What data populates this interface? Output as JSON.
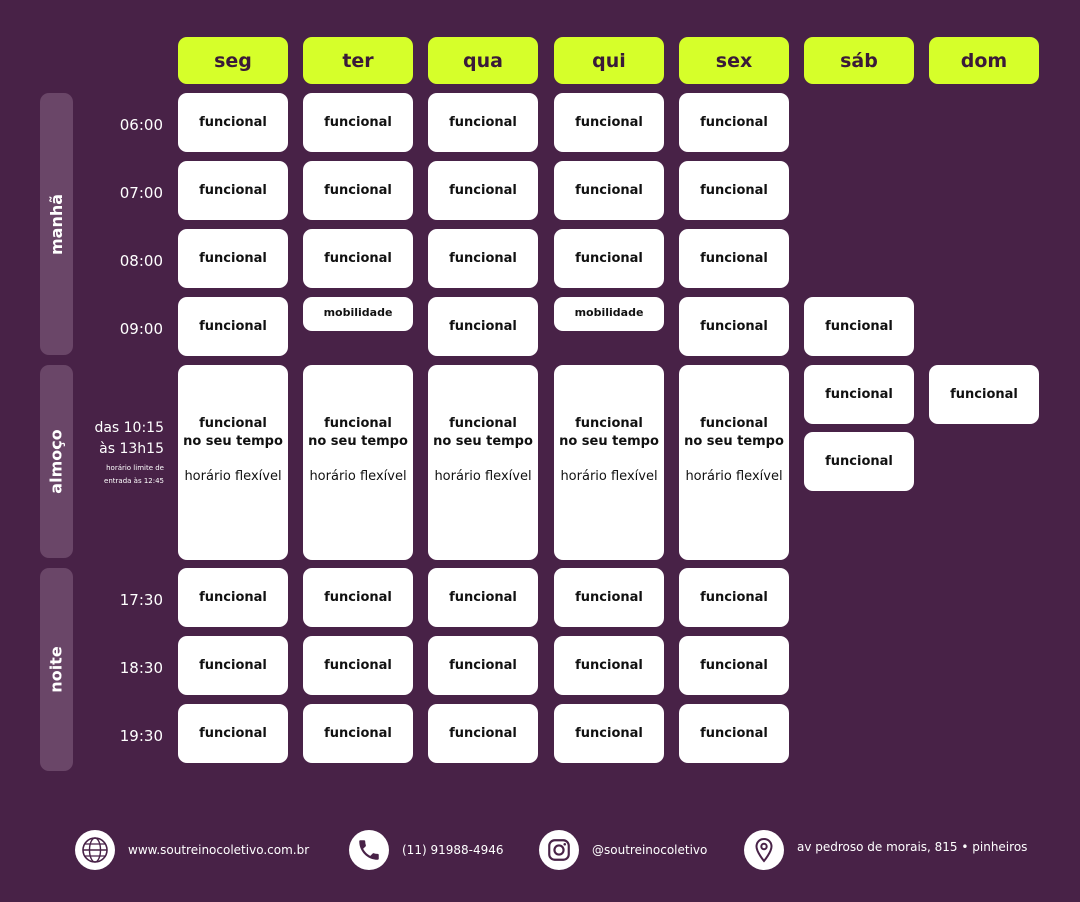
{
  "days": [
    "seg",
    "ter",
    "qua",
    "qui",
    "sex",
    "sáb",
    "dom"
  ],
  "periods": {
    "morning": "manhã",
    "lunch": "almoço",
    "night": "noite"
  },
  "times": [
    "06:00",
    "07:00",
    "08:00",
    "09:00",
    "17:30",
    "18:30",
    "19:30"
  ],
  "lunch_time": {
    "from": "das 10:15",
    "to": "às 13h15",
    "note_1": "horário limite de",
    "note_2": "entrada às 12:45"
  },
  "class_names": {
    "funcional": "funcional",
    "mobilidade": "mobilidade",
    "nst_line1": "funcional",
    "nst_line2": "no seu tempo",
    "flex": "horário flexível"
  },
  "footer": {
    "website": "www.soutreinocoletivo.com.br",
    "phone": "(11) 91988-4946",
    "instagram": "@soutreinocoletivo",
    "address": "av pedroso de morais, 815 • pinheiros"
  },
  "colors": {
    "background": "#482247",
    "accent": "#d6ff2a",
    "period_bar": "#6a4668",
    "cell": "#ffffff"
  },
  "icons": [
    "globe-icon",
    "phone-icon",
    "instagram-icon",
    "location-pin-icon"
  ]
}
